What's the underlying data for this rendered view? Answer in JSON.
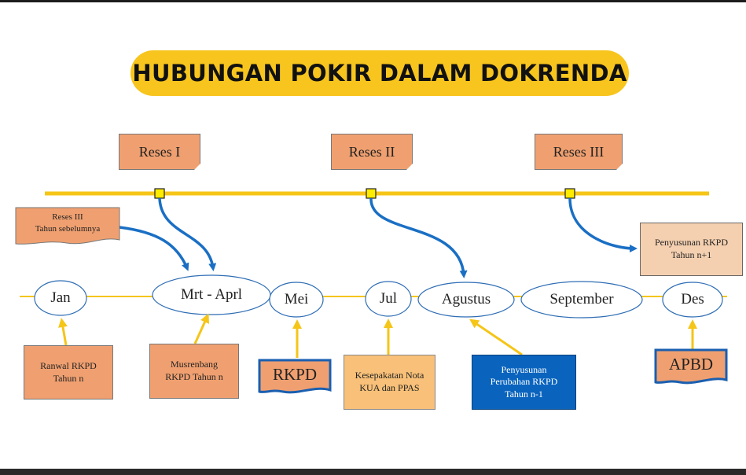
{
  "title": "HUBUNGAN POKIR DALAM DOKRENDA",
  "reses": [
    "Reses I",
    "Reses II",
    "Reses III"
  ],
  "months": {
    "jan": "Jan",
    "mrt_aprl": "Mrt - Aprl",
    "mei": "Mei",
    "jul": "Jul",
    "agustus": "Agustus",
    "september": "September",
    "des": "Des"
  },
  "notes": {
    "reses_prev": "Reses III\nTahun sebelumnya",
    "penyusunan_next": "Penyusunan RKPD\nTahun n+1",
    "ranwal": "Ranwal RKPD\nTahun n",
    "musrenbang": "Musrenbang\nRKPD Tahun n",
    "rkpd": "RKPD",
    "kesepakatan": "Kesepakatan Nota\nKUA dan PPAS",
    "perubahan": "Penyusunan\nPerubahan RKPD\nTahun n-1",
    "apbd": "APBD"
  },
  "colors": {
    "title_bg": "#f7c51e",
    "timeline": "#f5c518",
    "arrow_blue": "#1a6fc4",
    "arrow_yellow": "#f5c518",
    "box_orange": "#f0a070",
    "box_blue": "#0a64be"
  }
}
